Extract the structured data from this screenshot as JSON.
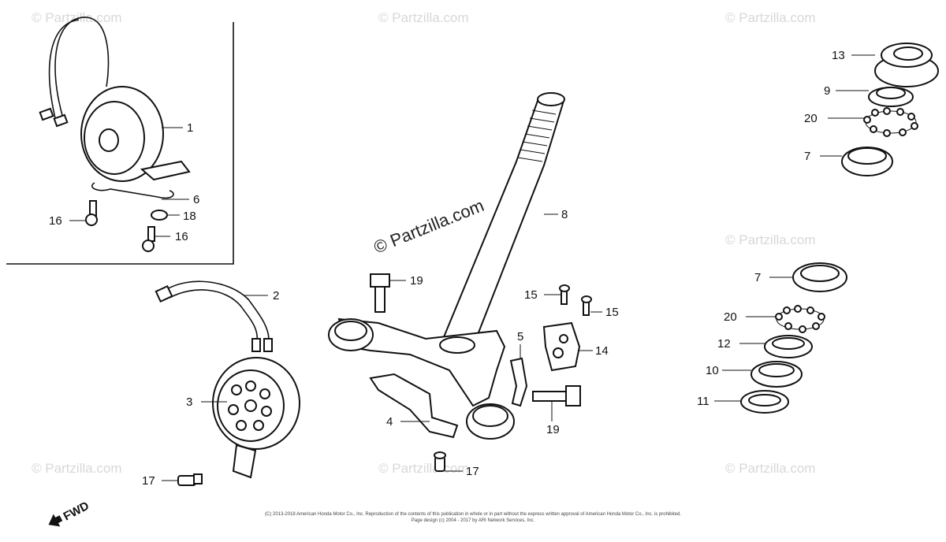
{
  "watermark": "© Partzilla.com",
  "center_watermark": "© Partzilla.com",
  "labels": {
    "p1": "1",
    "p2": "2",
    "p3": "3",
    "p4": "4",
    "p5": "5",
    "p6": "6",
    "p7a": "7",
    "p7b": "7",
    "p8": "8",
    "p9": "9",
    "p10": "10",
    "p11": "11",
    "p12": "12",
    "p13": "13",
    "p14": "14",
    "p15a": "15",
    "p15b": "15",
    "p16a": "16",
    "p16b": "16",
    "p17a": "17",
    "p17b": "17",
    "p18": "18",
    "p19a": "19",
    "p19b": "19",
    "p20a": "20",
    "p20b": "20"
  },
  "fwd": "FWD",
  "copyright_line1": "(C) 2013-2018 American Honda Motor Co., Inc. Reproduction of the contents of this publication in whole or in part without the express written approval of American Honda Motor Co., Inc. is prohibited.",
  "copyright_line2": "Page design (c) 2004 - 2017 by ARI Network Services, Inc."
}
